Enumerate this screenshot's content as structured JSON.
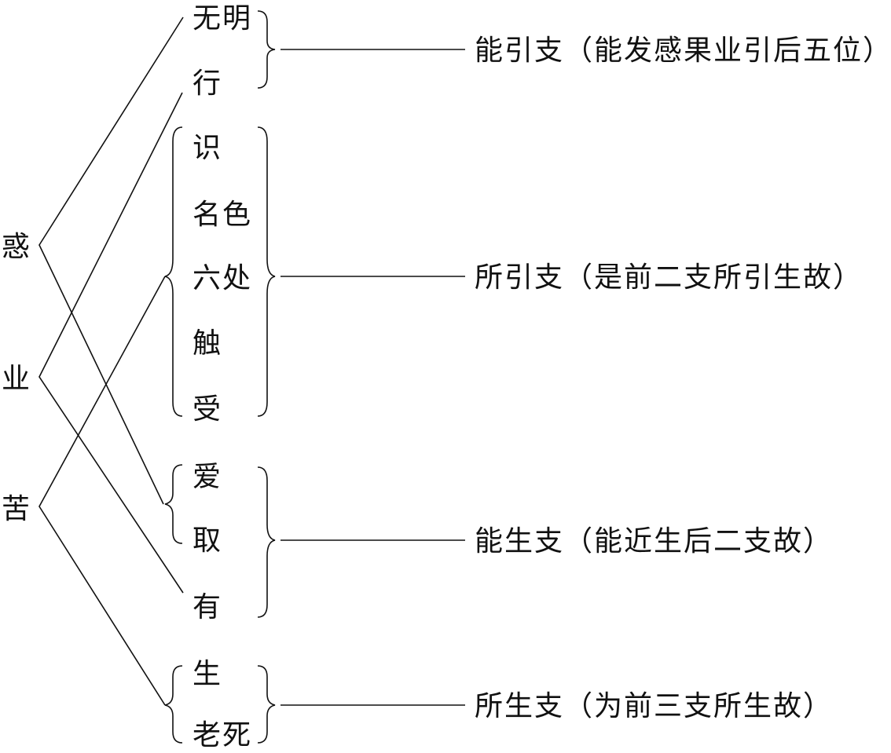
{
  "causes": [
    {
      "key": "huo",
      "label": "惑"
    },
    {
      "key": "ye",
      "label": "业"
    },
    {
      "key": "ku",
      "label": "苦"
    }
  ],
  "links": [
    {
      "key": "wuming",
      "label": "无明"
    },
    {
      "key": "xing",
      "label": "行"
    },
    {
      "key": "shi",
      "label": "识"
    },
    {
      "key": "mingse",
      "label": "名色"
    },
    {
      "key": "liuchu",
      "label": "六处"
    },
    {
      "key": "chu",
      "label": "触"
    },
    {
      "key": "shou",
      "label": "受"
    },
    {
      "key": "ai",
      "label": "爱"
    },
    {
      "key": "qu",
      "label": "取"
    },
    {
      "key": "you",
      "label": "有"
    },
    {
      "key": "sheng",
      "label": "生"
    },
    {
      "key": "laosi",
      "label": "老死"
    }
  ],
  "groups": [
    {
      "key": "nengyin",
      "label": "能引支（能发感果业引后五位）"
    },
    {
      "key": "suoyin",
      "label": "所引支（是前二支所引生故）"
    },
    {
      "key": "nengsheng",
      "label": "能生支（能近生后二支故）"
    },
    {
      "key": "suosheng",
      "label": "所生支（为前三支所生故）"
    }
  ]
}
